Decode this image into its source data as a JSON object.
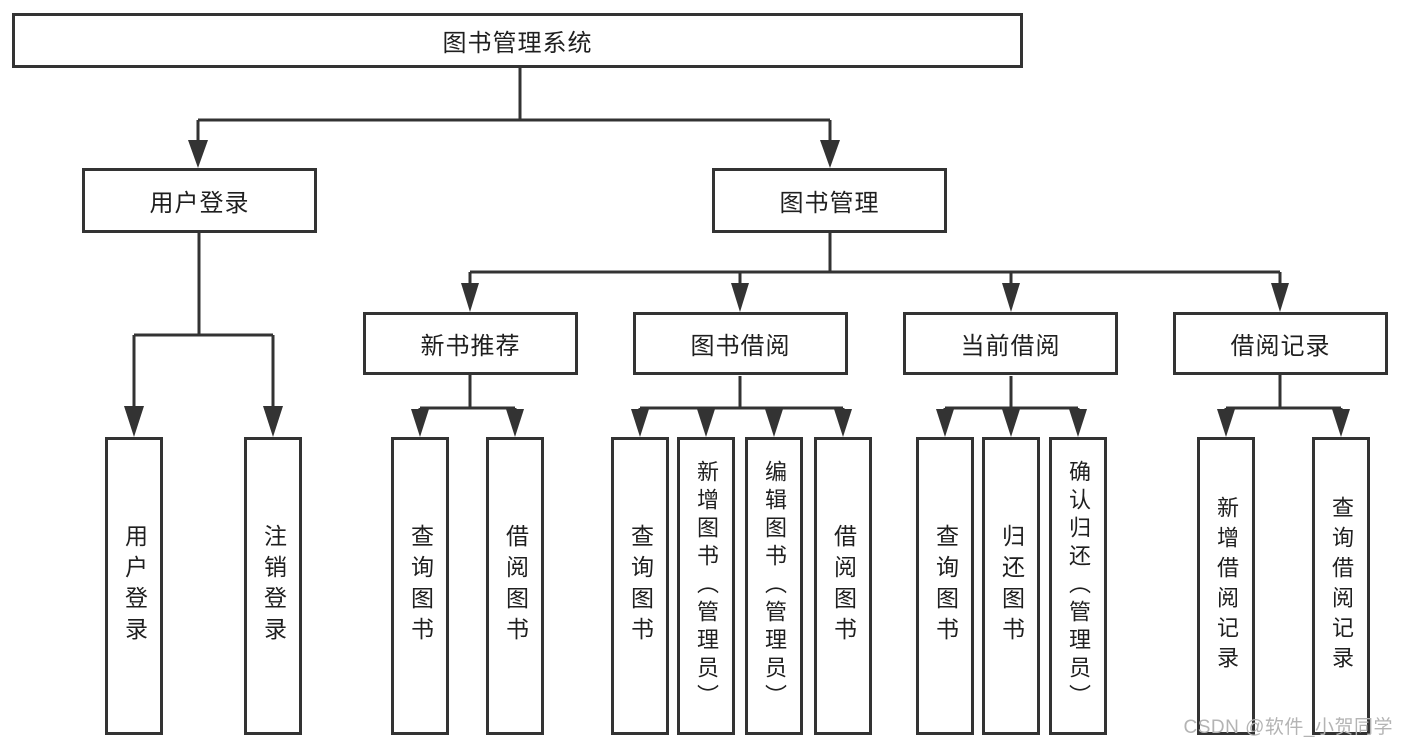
{
  "nodes": {
    "root": "图书管理系统",
    "user_login": "用户登录",
    "book_management": "图书管理",
    "new_book_recommend": "新书推荐",
    "book_borrow": "图书借阅",
    "current_borrow": "当前借阅",
    "borrow_records": "借阅记录",
    "leaf_user_login": "用户登录",
    "leaf_logout": "注销登录",
    "leaf_nbr_query_books": "查询图书",
    "leaf_nbr_borrow_books": "借阅图书",
    "leaf_bb_query_books": "查询图书",
    "leaf_bb_add_books": "新增图书（管理员）",
    "leaf_bb_edit_books": "编辑图书（管理员）",
    "leaf_bb_borrow_books": "借阅图书",
    "leaf_cb_query_books": "查询图书",
    "leaf_cb_return_books": "归还图书",
    "leaf_cb_confirm_return": "确认归还（管理员）",
    "leaf_br_add_record": "新增借阅记录",
    "leaf_br_query_record": "查询借阅记录"
  },
  "watermark": "CSDN @软件_小贺同学",
  "colors": {
    "line": "#333333",
    "text": "#1f1f1f",
    "watermark": "#b4b4b4",
    "background": "#ffffff"
  }
}
